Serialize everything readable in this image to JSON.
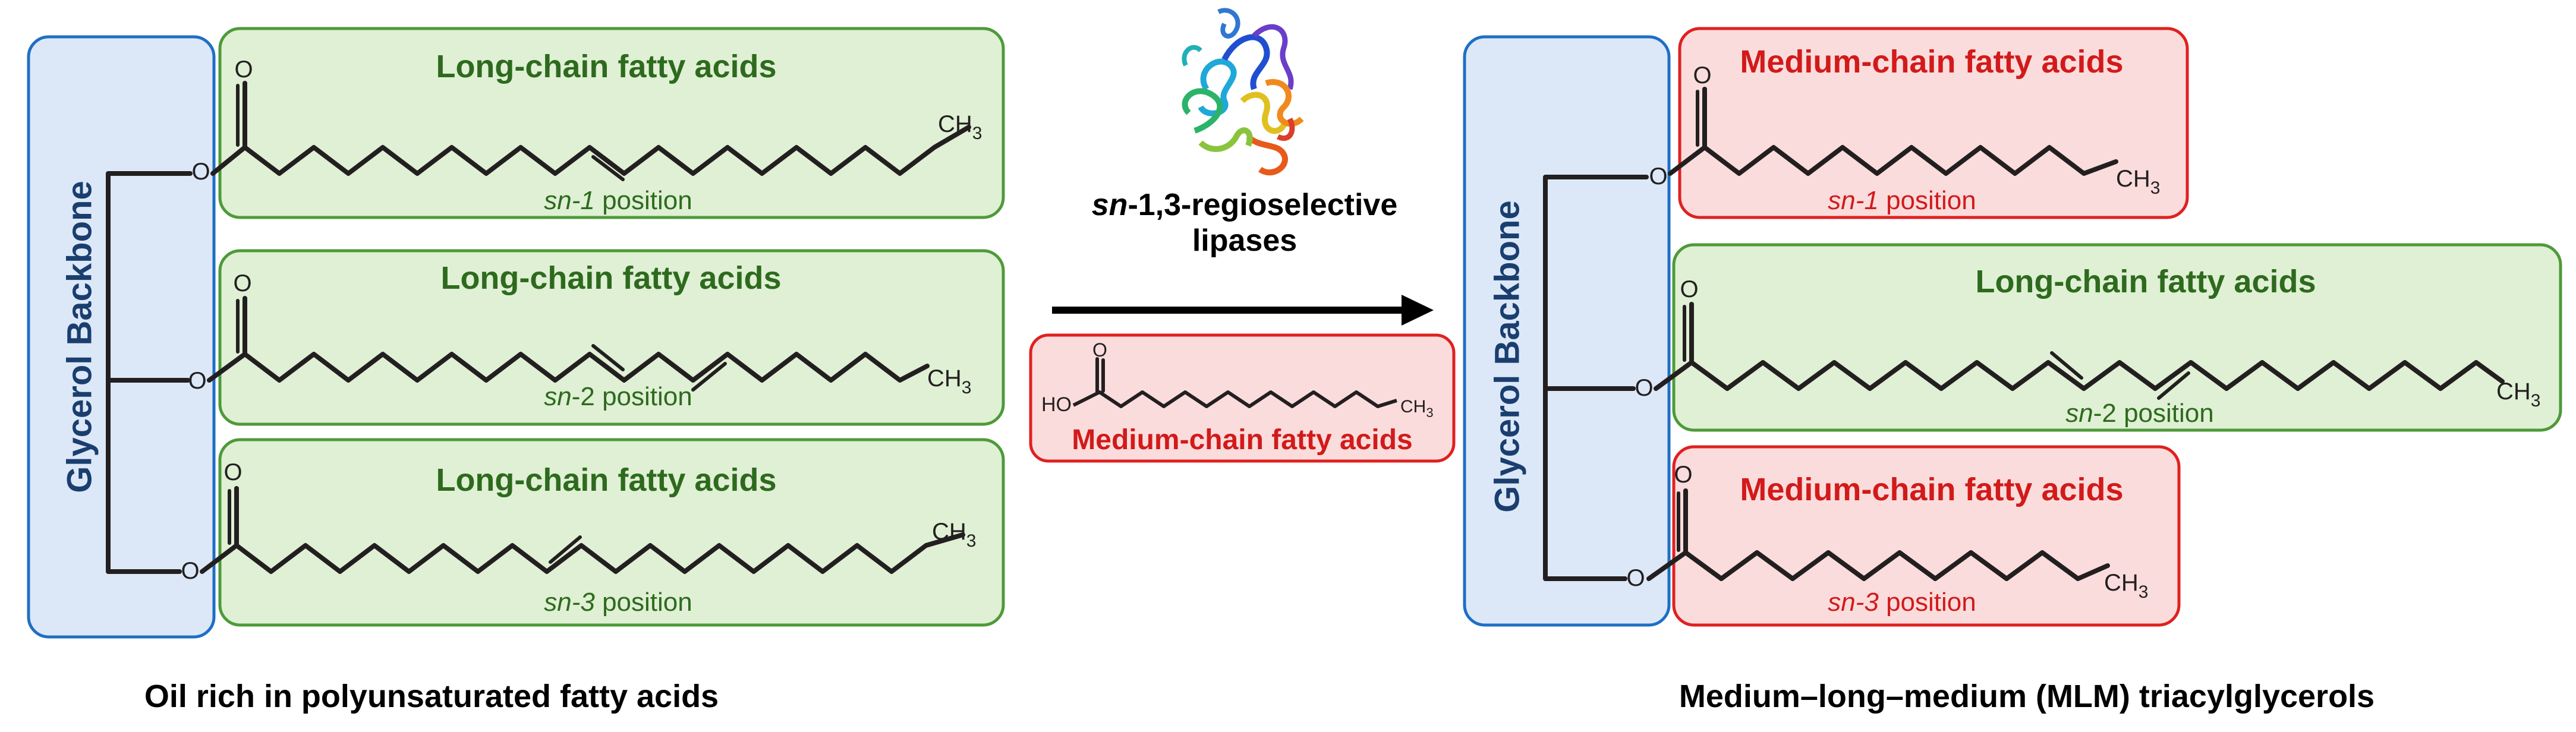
{
  "colors": {
    "backbone_fill": "#dce8f8",
    "backbone_stroke": "#1f6fc4",
    "backbone_text": "#1a3e6e",
    "long_fill": "#dff0d4",
    "long_stroke": "#4e9a3a",
    "long_text": "#2e6a1e",
    "medium_fill": "#fbdcdc",
    "medium_stroke": "#e02020",
    "medium_text": "#d21a1a",
    "bond": "#231f20",
    "caption": "#000000"
  },
  "left": {
    "backbone_label": "Glycerol Backbone",
    "caption": "Oil rich in polyunsaturated fatty acids",
    "chains": [
      {
        "label": "Long-chain fatty acids",
        "pos_prefix": "sn-1",
        "pos_suffix": " position"
      },
      {
        "label": "Long-chain fatty acids",
        "pos_prefix": "sn",
        "pos_suffix": "-2 position"
      },
      {
        "label": "Long-chain fatty acids",
        "pos_prefix": "sn-3",
        "pos_suffix": " position"
      }
    ]
  },
  "middle": {
    "enzyme_prefix": "sn",
    "enzyme_line1_suffix": "-1,3-regioselective",
    "enzyme_line2": "lipases",
    "reagent_label": "Medium-chain fatty acids",
    "reagent_atom": "HO",
    "icon": "lipase-protein-structure-icon"
  },
  "right": {
    "backbone_label": "Glycerol Backbone",
    "caption": "Medium–long–medium (MLM) triacylglycerols",
    "chains": [
      {
        "label": "Medium-chain fatty acids",
        "pos_prefix": "sn-1",
        "pos_suffix": " position"
      },
      {
        "label": "Long-chain fatty acids",
        "pos_prefix": "sn",
        "pos_suffix": "-2 position"
      },
      {
        "label": "Medium-chain fatty acids",
        "pos_prefix": "sn-3",
        "pos_suffix": " position"
      }
    ]
  },
  "atoms": {
    "oxygen": "O",
    "methyl_c": "CH",
    "methyl_sub": "3"
  }
}
